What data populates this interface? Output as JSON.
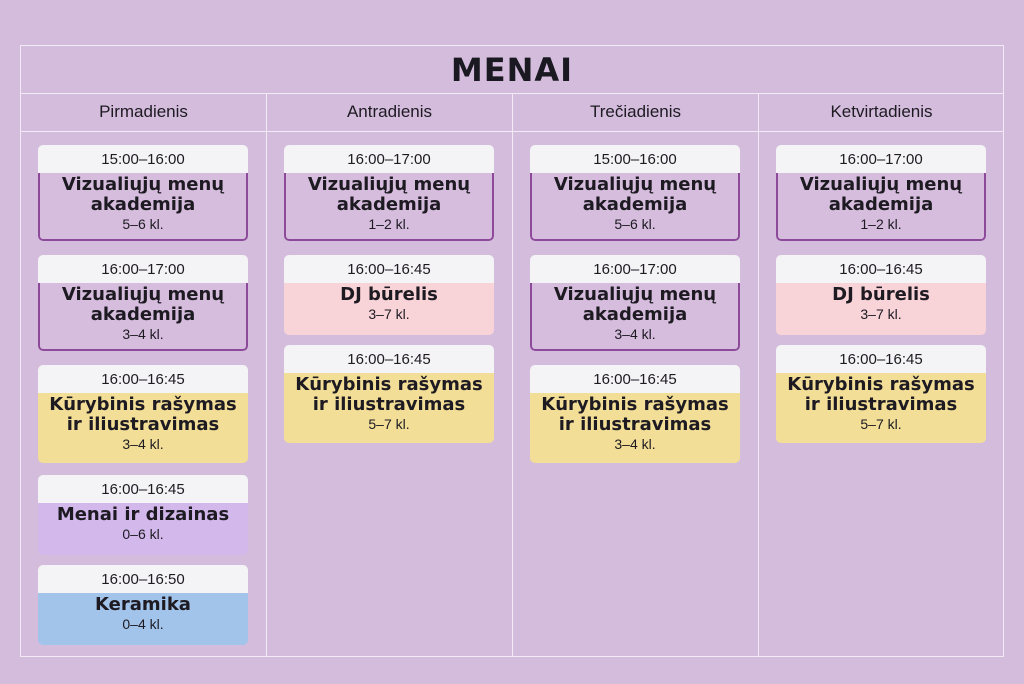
{
  "title": "MENAI",
  "days": [
    "Pirmadienis",
    "Antradienis",
    "Trečiadienis",
    "Ketvirtadienis"
  ],
  "columns": [
    [
      {
        "time": "15:00–16:00",
        "name": [
          "Vizualiųjų menų",
          "akademija"
        ],
        "grade": "5–6 kl.",
        "type": "art"
      },
      {
        "time": "16:00–17:00",
        "name": [
          "Vizualiųjų menų",
          "akademija"
        ],
        "grade": "3–4 kl.",
        "type": "art"
      },
      {
        "time": "16:00–16:45",
        "name": [
          "Kūrybinis rašymas",
          "ir iliustravimas"
        ],
        "grade": "3–4 kl.",
        "type": "write"
      },
      {
        "time": "16:00–16:45",
        "name": [
          "Menai ir dizainas"
        ],
        "grade": "0–6 kl.",
        "type": "design"
      },
      {
        "time": "16:00–16:50",
        "name": [
          "Keramika"
        ],
        "grade": "0–4 kl.",
        "type": "cer"
      }
    ],
    [
      {
        "time": "16:00–17:00",
        "name": [
          "Vizualiųjų menų",
          "akademija"
        ],
        "grade": "1–2 kl.",
        "type": "art"
      },
      {
        "time": "16:00–16:45",
        "name": [
          "DJ būrelis"
        ],
        "grade": "3–7 kl.",
        "type": "dj"
      },
      {
        "time": "16:00–16:45",
        "name": [
          "Kūrybinis rašymas",
          "ir iliustravimas"
        ],
        "grade": "5–7 kl.",
        "type": "write"
      }
    ],
    [
      {
        "time": "15:00–16:00",
        "name": [
          "Vizualiųjų menų",
          "akademija"
        ],
        "grade": "5–6 kl.",
        "type": "art"
      },
      {
        "time": "16:00–17:00",
        "name": [
          "Vizualiųjų menų",
          "akademija"
        ],
        "grade": "3–4 kl.",
        "type": "art"
      },
      {
        "time": "16:00–16:45",
        "name": [
          "Kūrybinis rašymas",
          "ir iliustravimas"
        ],
        "grade": "3–4 kl.",
        "type": "write"
      }
    ],
    [
      {
        "time": "16:00–17:00",
        "name": [
          "Vizualiųjų menų",
          "akademija"
        ],
        "grade": "1–2 kl.",
        "type": "art"
      },
      {
        "time": "16:00–16:45",
        "name": [
          "DJ būrelis"
        ],
        "grade": "3–7 kl.",
        "type": "dj"
      },
      {
        "time": "16:00–16:45",
        "name": [
          "Kūrybinis rašymas",
          "ir iliustravimas"
        ],
        "grade": "5–7 kl.",
        "type": "write"
      }
    ]
  ]
}
